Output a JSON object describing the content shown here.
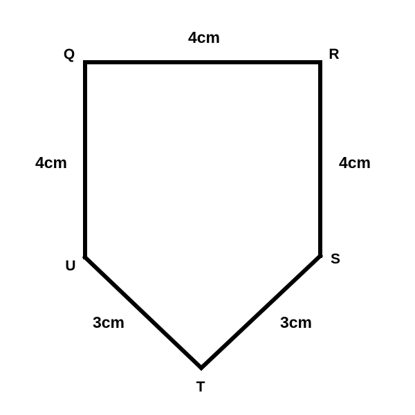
{
  "figure": {
    "vertices": {
      "q": "Q",
      "r": "R",
      "s": "S",
      "t": "T",
      "u": "U"
    },
    "edge_lengths": {
      "qr": "4cm",
      "rs": "4cm",
      "st": "3cm",
      "tu": "3cm",
      "uq": "4cm"
    },
    "line_color": "#000000"
  }
}
